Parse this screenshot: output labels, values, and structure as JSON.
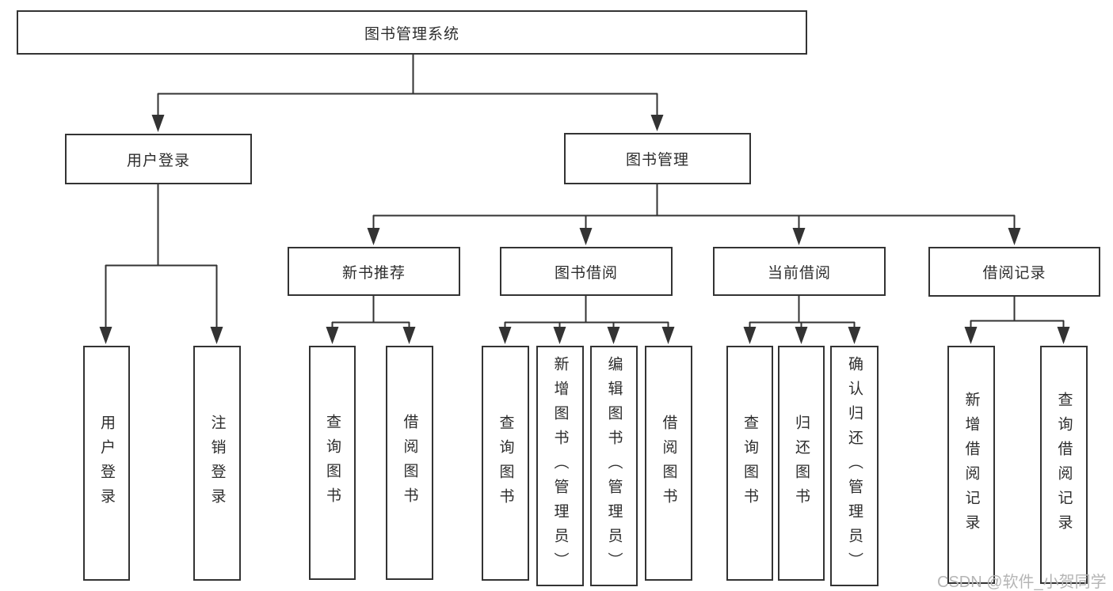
{
  "diagram": {
    "title": "图书管理系统",
    "colors": {
      "line": "#333333",
      "text": "#2d2d2d",
      "box_background": "#ffffff",
      "watermark": "#b5b5b5"
    },
    "tree": {
      "label": "图书管理系统",
      "children": [
        {
          "label": "用户登录",
          "children": [
            {
              "label": "用户登录"
            },
            {
              "label": "注销登录"
            }
          ]
        },
        {
          "label": "图书管理",
          "children": [
            {
              "label": "新书推荐",
              "children": [
                {
                  "label": "查询图书"
                },
                {
                  "label": "借阅图书"
                }
              ]
            },
            {
              "label": "图书借阅",
              "children": [
                {
                  "label": "查询图书"
                },
                {
                  "label": "新增图书（管理员）"
                },
                {
                  "label": "编辑图书（管理员）"
                },
                {
                  "label": "借阅图书"
                }
              ]
            },
            {
              "label": "当前借阅",
              "children": [
                {
                  "label": "查询图书"
                },
                {
                  "label": "归还图书"
                },
                {
                  "label": "确认归还（管理员）"
                }
              ]
            },
            {
              "label": "借阅记录",
              "children": [
                {
                  "label": "新增借阅记录"
                },
                {
                  "label": "查询借阅记录"
                }
              ]
            }
          ]
        }
      ]
    },
    "watermark": {
      "text": "CSDN @软件_小贺同学"
    }
  }
}
